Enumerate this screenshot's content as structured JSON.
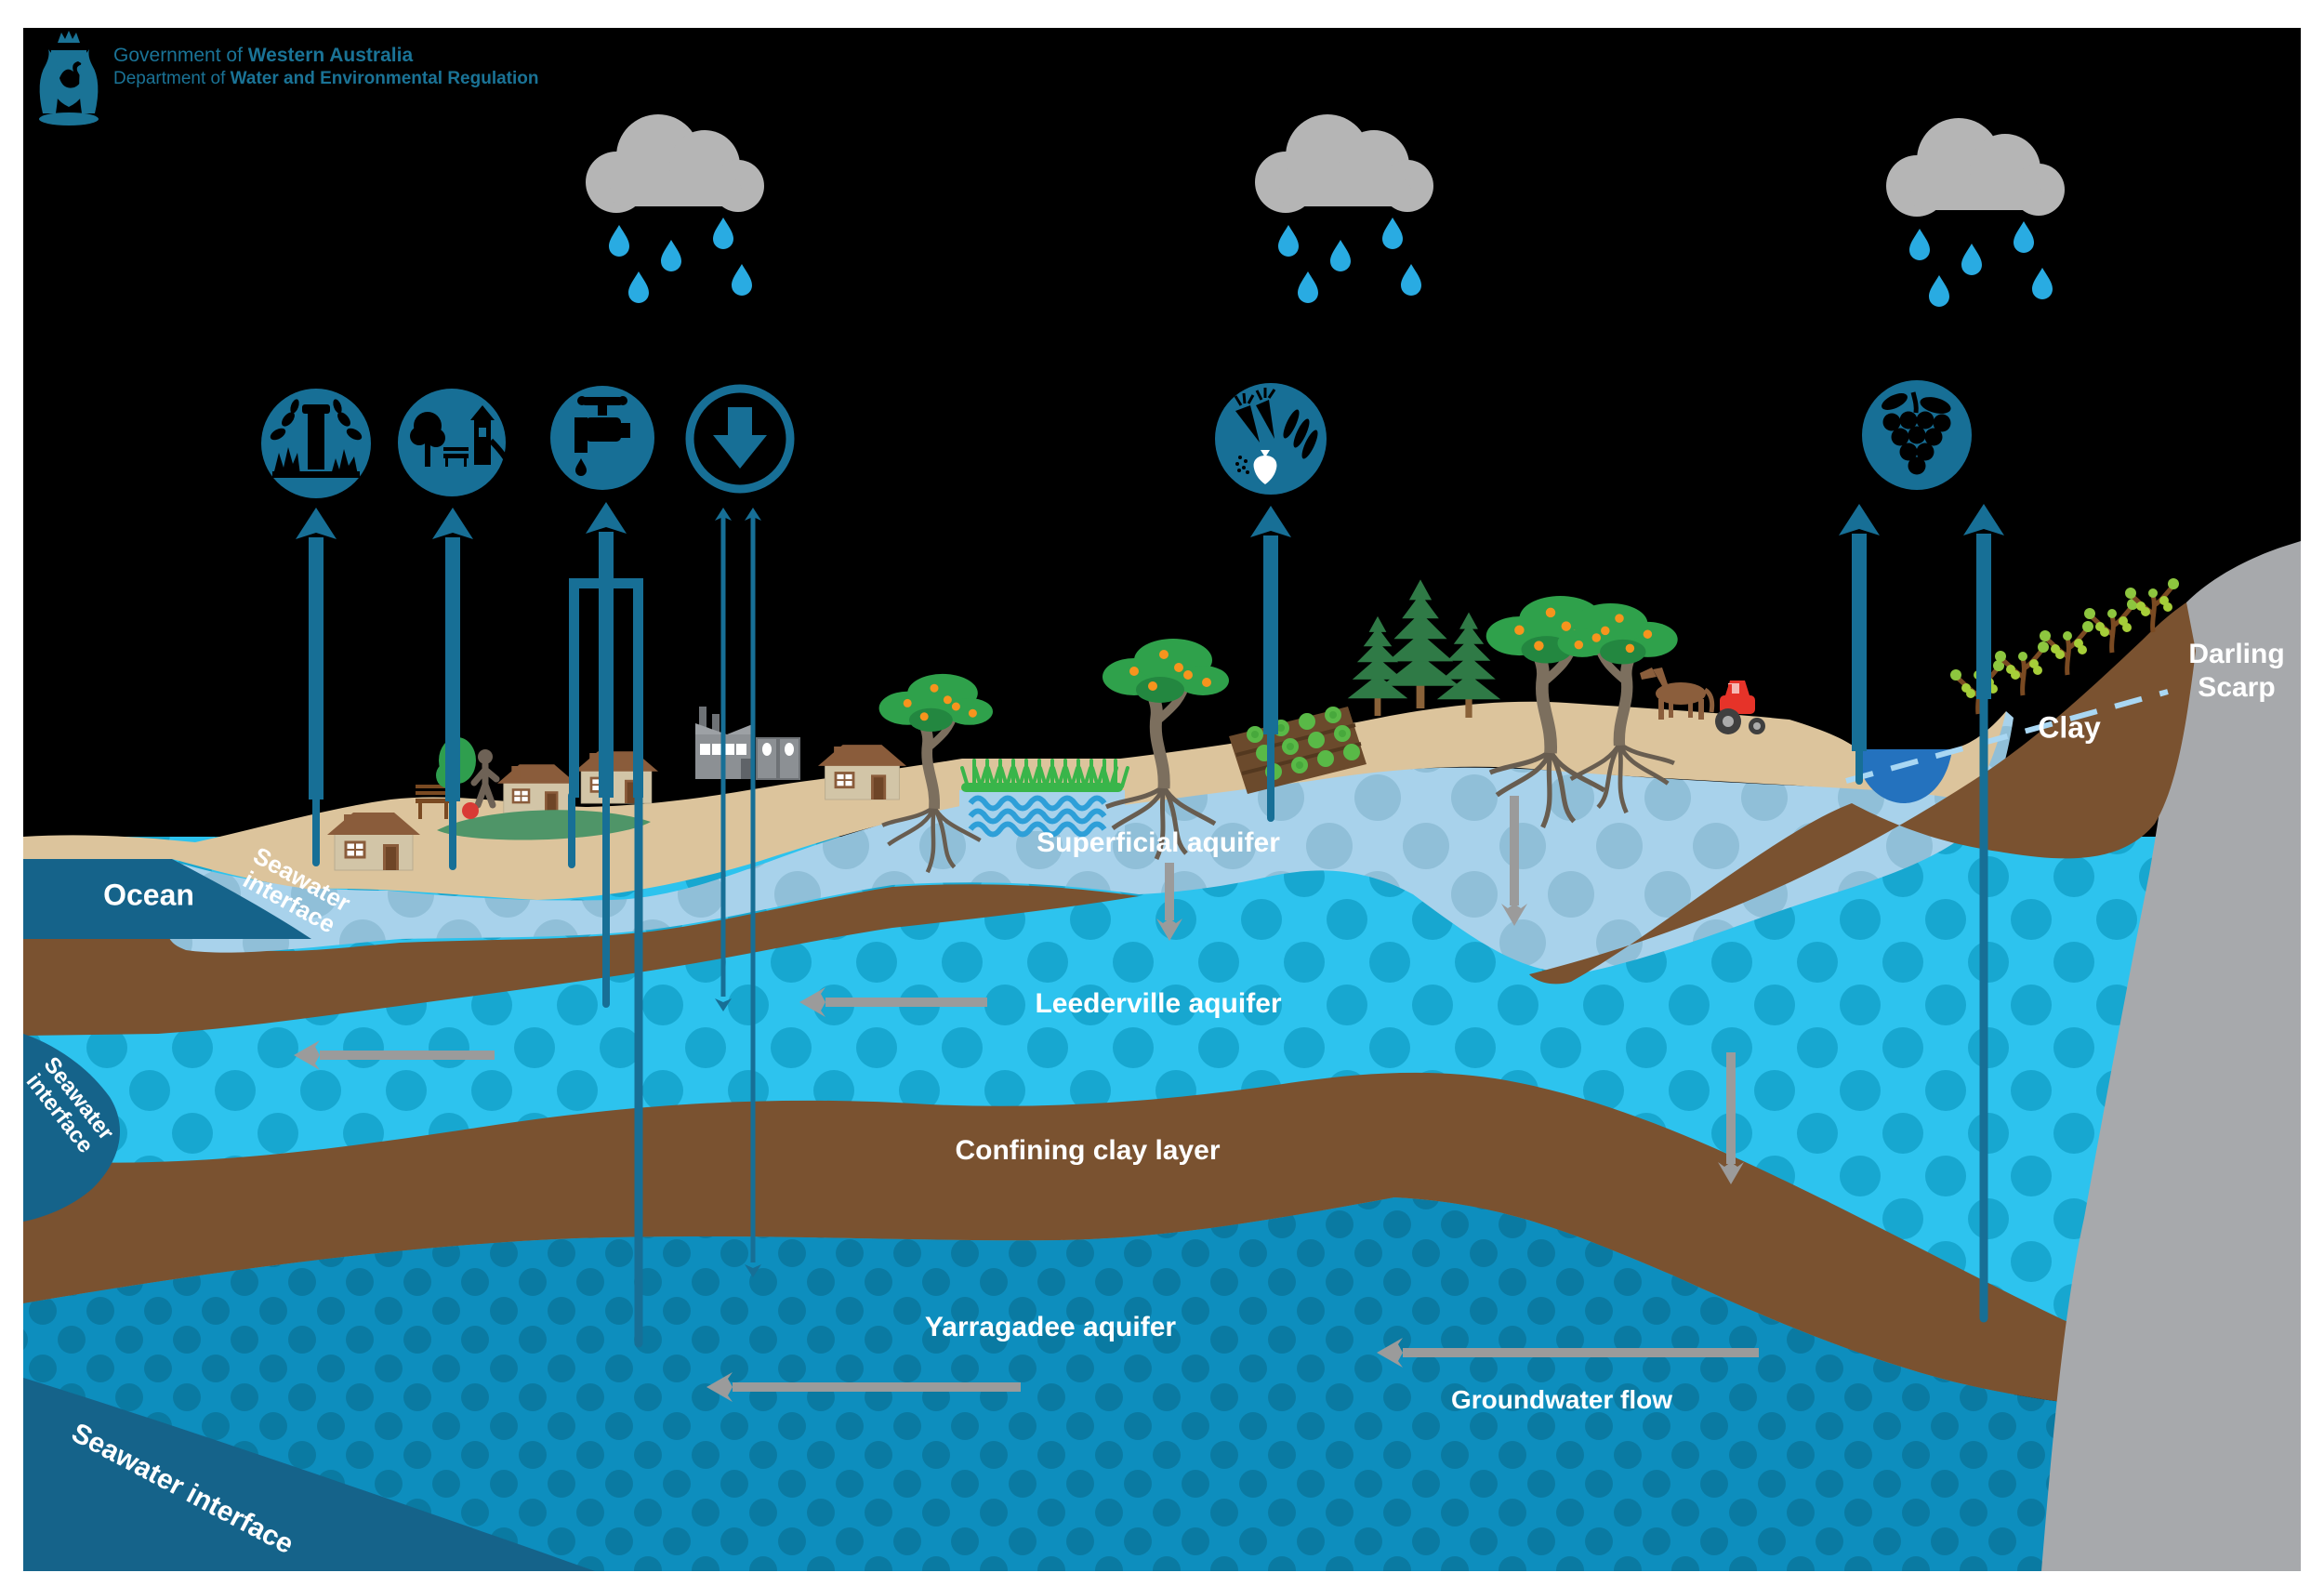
{
  "logo": {
    "gov_prefix": "Government of ",
    "gov_bold": "Western Australia",
    "dept_prefix": "Department of ",
    "dept_bold": "Water and Environmental Regulation"
  },
  "labels": {
    "ocean": "Ocean",
    "seawater_word1": "Seawater",
    "seawater_word2": "interface",
    "seawater_full": "Seawater interface",
    "superficial": "Superficial aquifer",
    "leederville": "Leederville aquifer",
    "confining": "Confining clay layer",
    "yarragadee": "Yarragadee aquifer",
    "groundwater_flow": "Groundwater flow",
    "clay": "Clay",
    "darling_line1": "Darling",
    "darling_line2": "Scarp"
  },
  "icons": [
    "garden-bore-sprinkler-icon",
    "public-open-space-park-icon",
    "drinking-water-tap-icon",
    "managed-aquifer-recharge-icon",
    "horticulture-vegetables-icon",
    "viticulture-grapes-icon",
    "rain-cloud-icon"
  ],
  "palette": {
    "teal_icons_and_bores": "#176F96",
    "ocean_seawater": "#15638A",
    "superficial_aquifer": "#A8D2EB",
    "superficial_dots": "#90BFD8",
    "leederville_aquifer": "#2DC3EE",
    "leederville_dots": "#17A7D0",
    "yarragadee_aquifer": "#0D8EBE",
    "yarragadee_dots": "#0A7AA2",
    "clay_brown": "#7A5230",
    "sand": "#DCC49C",
    "scarp_grey": "#A7A9AC",
    "flow_arrow_grey": "#9B9B9B",
    "cloud_grey": "#B5B5B5",
    "raindrop_blue": "#29ABE2",
    "logo_text": "#1A7396"
  }
}
